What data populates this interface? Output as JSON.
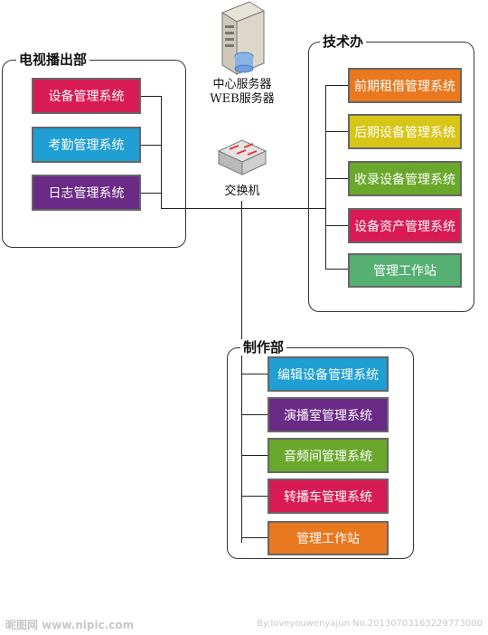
{
  "server": {
    "line1": "中心服务器",
    "line2": "WEB服务器",
    "icon": "server-icon"
  },
  "switch": {
    "label": "交换机",
    "icon": "network-switch-icon"
  },
  "tv_dept": {
    "title": "电视播出部",
    "systems": [
      {
        "label": "设备管理系统",
        "color": "#d81b55"
      },
      {
        "label": "考勤管理系统",
        "color": "#1f9fd3"
      },
      {
        "label": "日志管理系统",
        "color": "#6a2a86"
      }
    ]
  },
  "tech_dept": {
    "title": "技术办",
    "systems": [
      {
        "label": "前期租借管理系统",
        "color": "#e9781f"
      },
      {
        "label": "后期设备管理系统",
        "color": "#d7c518"
      },
      {
        "label": "收录设备管理系统",
        "color": "#6aa82c"
      },
      {
        "label": "设备资产管理系统",
        "color": "#d81b55"
      },
      {
        "label": "管理工作站",
        "color": "#55b072"
      }
    ]
  },
  "prod_dept": {
    "title": "制作部",
    "systems": [
      {
        "label": "编辑设备管理系统",
        "color": "#1f9fd3"
      },
      {
        "label": "演播室管理系统",
        "color": "#6a2a86"
      },
      {
        "label": "音频间管理系统",
        "color": "#6aa82c"
      },
      {
        "label": "转播车管理系统",
        "color": "#d81b55"
      },
      {
        "label": "管理工作站",
        "color": "#e9781f"
      }
    ]
  },
  "watermark": {
    "left": "昵图网 www.nipic.com",
    "right": "By:loveyouwenyajun No.20130703163229773000"
  }
}
